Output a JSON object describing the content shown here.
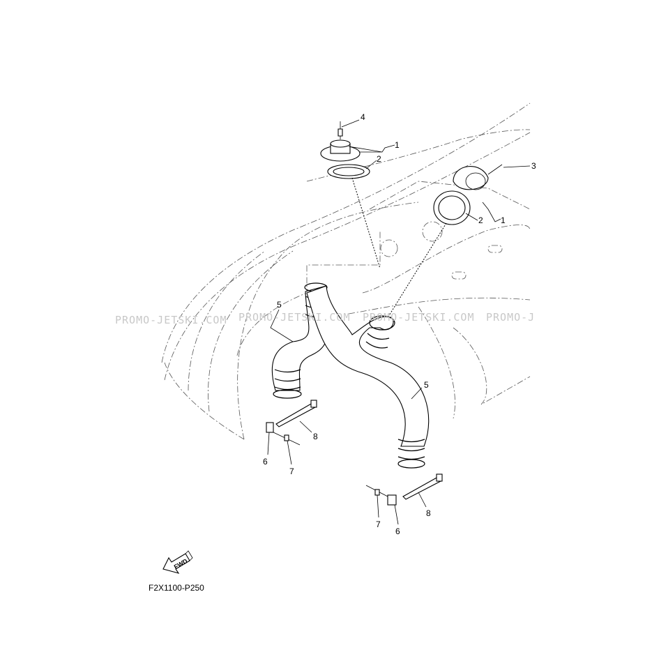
{
  "diagram_code": "F2X1100-P250",
  "fwd_label": "FWD",
  "watermark": [
    "PROMO-JETSKI.COM",
    "PROMO-JETSKI.COM",
    "PROMO-JETSKI.COM",
    "PROMO-J"
  ],
  "callouts": {
    "vent_screw_front": "4",
    "vent_cover_front": "1",
    "gasket_front": "2",
    "vent_screw_rear": "3",
    "gasket_rear": "2",
    "vent_cover_rear": "1",
    "hose_left": "5",
    "hose_right": "5",
    "band_left": "8",
    "holder_left": "6",
    "rivet_left": "7",
    "rivet_right": "7",
    "holder_right": "6",
    "band_right": "8"
  }
}
